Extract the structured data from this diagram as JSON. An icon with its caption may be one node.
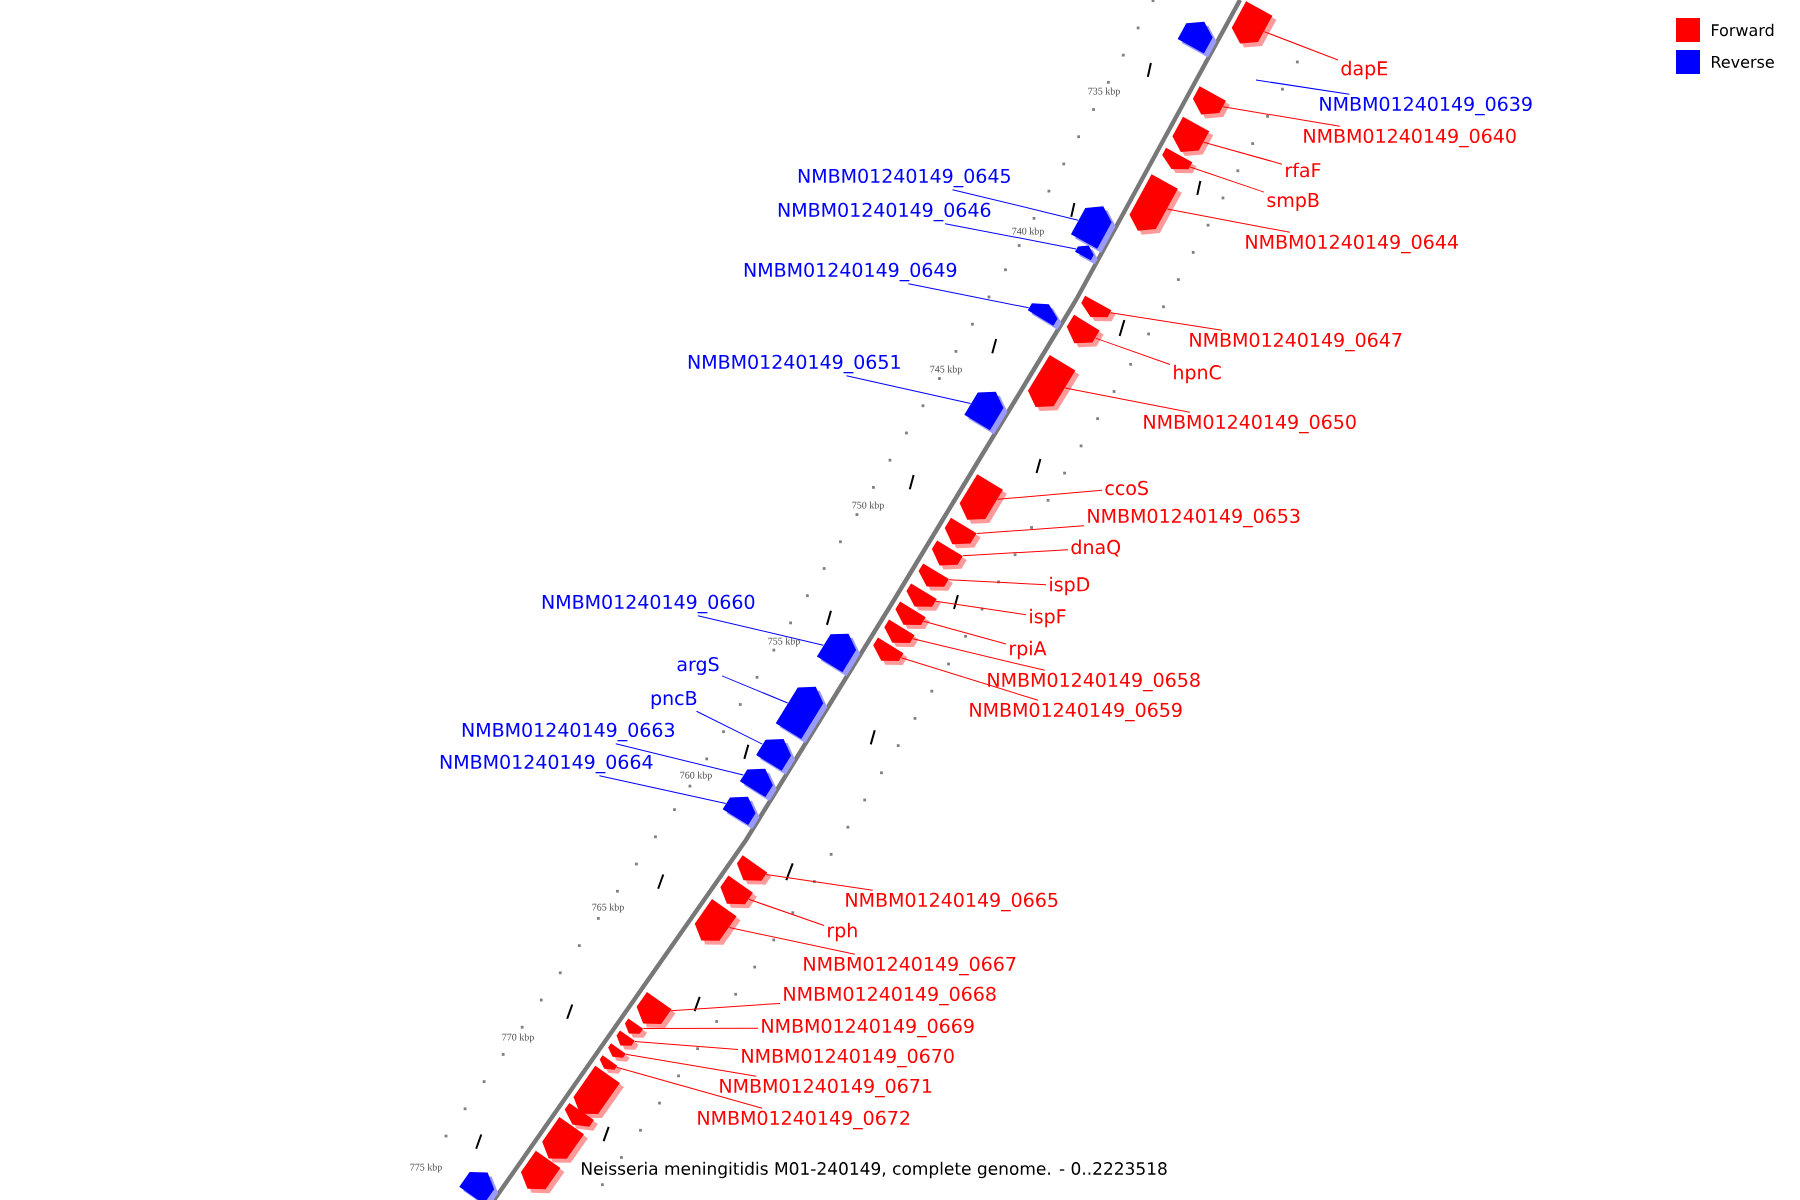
{
  "diagram": {
    "caption": "Neisseria meningitidis M01-240149, complete genome. - 0..2223518",
    "nodes": [
      {
        "text": [],
        "shape": "arrow"
      },
      {
        "text": [
          "dapE"
        ]
      },
      {
        "text": [],
        "shape": "arrow"
      },
      {
        "text": [
          "NMBM01240149_0639"
        ]
      },
      {
        "text": [
          "NMBM01240149_0640"
        ]
      },
      {
        "text": [],
        "shape": "arrow"
      },
      {
        "text": [
          "rfaF"
        ]
      },
      {
        "text": [],
        "shape": "arrow"
      },
      {
        "text": [
          "smpB"
        ]
      },
      {
        "text": [],
        "shape": "arrow"
      },
      {
        "text": [
          "NMBM01240149_0645"
        ]
      },
      {
        "text": [],
        "shape": "arrow"
      },
      {
        "text": [
          "NMBM01240149_0646"
        ]
      },
      {
        "text": [],
        "shape": "arrow"
      },
      {
        "text": [
          "NMBM01240149_0644"
        ]
      },
      {
        "text": [],
        "shape": "arrow"
      },
      {
        "text": [
          "NMBM01240149_0649"
        ]
      },
      {
        "text": [],
        "shape": "arrow"
      },
      {
        "text": [
          "NMBM01240149_0647"
        ]
      },
      {
        "text": [],
        "shape": "arrow"
      },
      {
        "text": [
          "hpnC"
        ]
      },
      {
        "text": [],
        "shape": "arrow"
      },
      {
        "text": [
          "NMBM01240149_0651"
        ]
      },
      {
        "text": [],
        "shape": "arrow"
      },
      {
        "text": [
          "NMBM01240149_0650"
        ]
      },
      {
        "text": [],
        "shape": "arrow"
      },
      {
        "text": [
          "ccoS"
        ]
      },
      {
        "text": [],
        "shape": "arrow"
      },
      {
        "text": [
          "NMBM01240149_0653"
        ]
      },
      {
        "text": [],
        "shape": "arrow"
      },
      {
        "text": [
          "dnaQ"
        ]
      },
      {
        "text": [],
        "shape": "arrow"
      },
      {
        "text": [
          "ispD"
        ]
      },
      {
        "text": [],
        "shape": "arrow"
      },
      {
        "text": [
          "ispF"
        ]
      },
      {
        "text": [],
        "shape": "arrow"
      },
      {
        "text": [
          "rpiA"
        ]
      },
      {
        "text": [],
        "shape": "arrow"
      },
      {
        "text": [
          "NMBM01240149_0658"
        ]
      },
      {
        "text": [],
        "shape": "arrow"
      },
      {
        "text": [
          "NMBM01240149_0659"
        ]
      },
      {
        "text": [],
        "shape": "arrow"
      },
      {
        "text": [
          "NMBM01240149_0660"
        ]
      },
      {
        "text": [],
        "shape": "arrow"
      },
      {
        "text": [
          "argS"
        ]
      },
      {
        "text": [],
        "shape": "arrow"
      },
      {
        "text": [
          "pncB"
        ]
      },
      {
        "text": [],
        "shape": "arrow"
      },
      {
        "text": [
          "NMBM01240149_0663"
        ]
      },
      {
        "text": [],
        "shape": "arrow"
      },
      {
        "text": [
          "NMBM01240149_0664"
        ]
      },
      {
        "text": [],
        "shape": "arrow"
      },
      {
        "text": [
          "NMBM01240149_0665"
        ]
      },
      {
        "text": [],
        "shape": "arrow"
      },
      {
        "text": [
          "rph"
        ]
      },
      {
        "text": [],
        "shape": "arrow"
      },
      {
        "text": [
          "NMBM01240149_0667"
        ]
      },
      {
        "text": [],
        "shape": "arrow"
      },
      {
        "text": [
          "NMBM01240149_0668"
        ]
      },
      {
        "text": [],
        "shape": "arrow"
      },
      {
        "text": [
          "NMBM01240149_0669"
        ]
      },
      {
        "text": [],
        "shape": "arrow"
      },
      {
        "text": [
          "NMBM01240149_0670"
        ]
      },
      {
        "text": [],
        "shape": "arrow"
      },
      {
        "text": [
          "NMBM01240149_0671"
        ]
      },
      {
        "text": [],
        "shape": "arrow"
      },
      {
        "text": [
          "NMBM01240149_0672"
        ]
      },
      {
        "text": [],
        "shape": "arrow"
      },
      {
        "text": [],
        "shape": "arrow"
      },
      {
        "text": [],
        "shape": "arrow"
      },
      {
        "text": [],
        "shape": "arrow"
      },
      {
        "text": [],
        "shape": "arrow"
      },
      {
        "text": [],
        "shape": "arrow"
      }
    ],
    "edges": [
      {
        "from": 1,
        "to": 2,
        "arrow": "none"
      },
      {
        "from": 3,
        "to": null,
        "arrow": "none",
        "color": "#0000ff"
      },
      {
        "from": 4,
        "to": 5,
        "arrow": "none"
      },
      {
        "from": 6,
        "to": 7,
        "arrow": "none"
      },
      {
        "from": 8,
        "to": 9,
        "arrow": "none"
      },
      {
        "from": 10,
        "to": 11,
        "arrow": "none",
        "color": "#0000ff"
      },
      {
        "from": 12,
        "to": 13,
        "arrow": "none",
        "color": "#0000ff"
      },
      {
        "from": 14,
        "to": 15,
        "arrow": "none"
      },
      {
        "from": 16,
        "to": 17,
        "arrow": "none",
        "color": "#0000ff"
      },
      {
        "from": 18,
        "to": 19,
        "arrow": "none"
      },
      {
        "from": 20,
        "to": 21,
        "arrow": "none"
      },
      {
        "from": 22,
        "to": 23,
        "arrow": "none",
        "color": "#0000ff"
      },
      {
        "from": 24,
        "to": 25,
        "arrow": "none"
      },
      {
        "from": 26,
        "to": 27,
        "arrow": "none"
      },
      {
        "from": 28,
        "to": 29,
        "arrow": "none"
      },
      {
        "from": 30,
        "to": 31,
        "arrow": "none"
      },
      {
        "from": 32,
        "to": 33,
        "arrow": "none"
      },
      {
        "from": 34,
        "to": 35,
        "arrow": "none"
      },
      {
        "from": 36,
        "to": 37,
        "arrow": "none"
      },
      {
        "from": 38,
        "to": 39,
        "arrow": "none"
      },
      {
        "from": 40,
        "to": 41,
        "arrow": "none"
      },
      {
        "from": 42,
        "to": 43,
        "arrow": "none",
        "color": "#0000ff"
      },
      {
        "from": 44,
        "to": 45,
        "arrow": "none",
        "color": "#0000ff"
      },
      {
        "from": 46,
        "to": 47,
        "arrow": "none",
        "color": "#0000ff"
      },
      {
        "from": 48,
        "to": 49,
        "arrow": "none",
        "color": "#0000ff"
      },
      {
        "from": 50,
        "to": 51,
        "arrow": "none",
        "color": "#0000ff"
      },
      {
        "from": 52,
        "to": 53,
        "arrow": "none"
      },
      {
        "from": 54,
        "to": 55,
        "arrow": "none"
      },
      {
        "from": 56,
        "to": 57,
        "arrow": "none"
      },
      {
        "from": 58,
        "to": 59,
        "arrow": "none"
      },
      {
        "from": 60,
        "to": 61,
        "arrow": "none"
      },
      {
        "from": 62,
        "to": 63,
        "arrow": "none"
      },
      {
        "from": 64,
        "to": 65,
        "arrow": "none"
      },
      {
        "from": 66,
        "to": 67,
        "arrow": "none"
      }
    ],
    "labels": [
      "735 kbp",
      "740 kbp",
      "745 kbp",
      "750 kbp",
      "755 kbp",
      "760 kbp",
      "765 kbp",
      "770 kbp",
      "775 kbp"
    ],
    "legend": [
      {
        "text": "Forward",
        "color": "#ff0000"
      },
      {
        "text": "Reverse",
        "color": "#0000ff"
      }
    ]
  }
}
